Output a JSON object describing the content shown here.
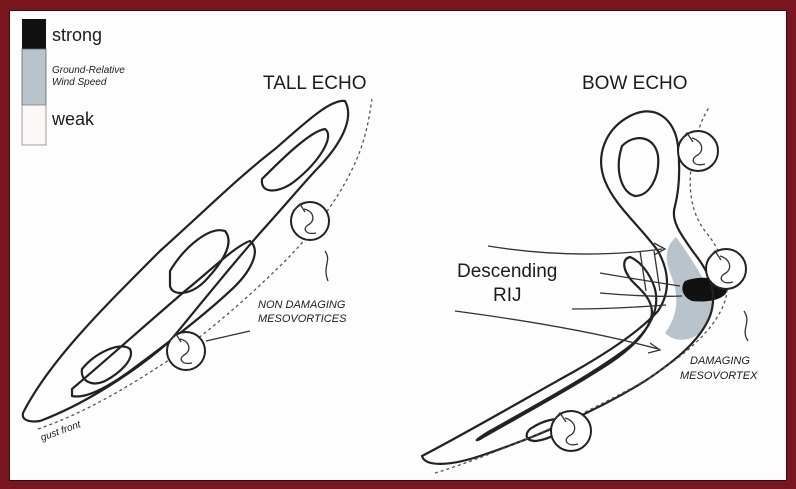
{
  "legend": {
    "strong": "strong",
    "middle_line1": "Ground-Relative",
    "middle_line2": "Wind Speed",
    "weak": "weak"
  },
  "panels": {
    "left_title": "TALL ECHO",
    "right_title": "BOW ECHO"
  },
  "annotations": {
    "descending_line1": "Descending",
    "descending_line2": "RIJ",
    "non_damaging_line1": "NON DAMAGING",
    "non_damaging_line2": "MESOVORTICES",
    "damaging_line1": "DAMAGING",
    "damaging_line2": "MESOVORTEX",
    "gust_front": "gust front"
  },
  "colors": {
    "border": "#7a1620",
    "strong": "#111111",
    "middle": "#b8c3cc",
    "weak": "#fdf8f8"
  }
}
